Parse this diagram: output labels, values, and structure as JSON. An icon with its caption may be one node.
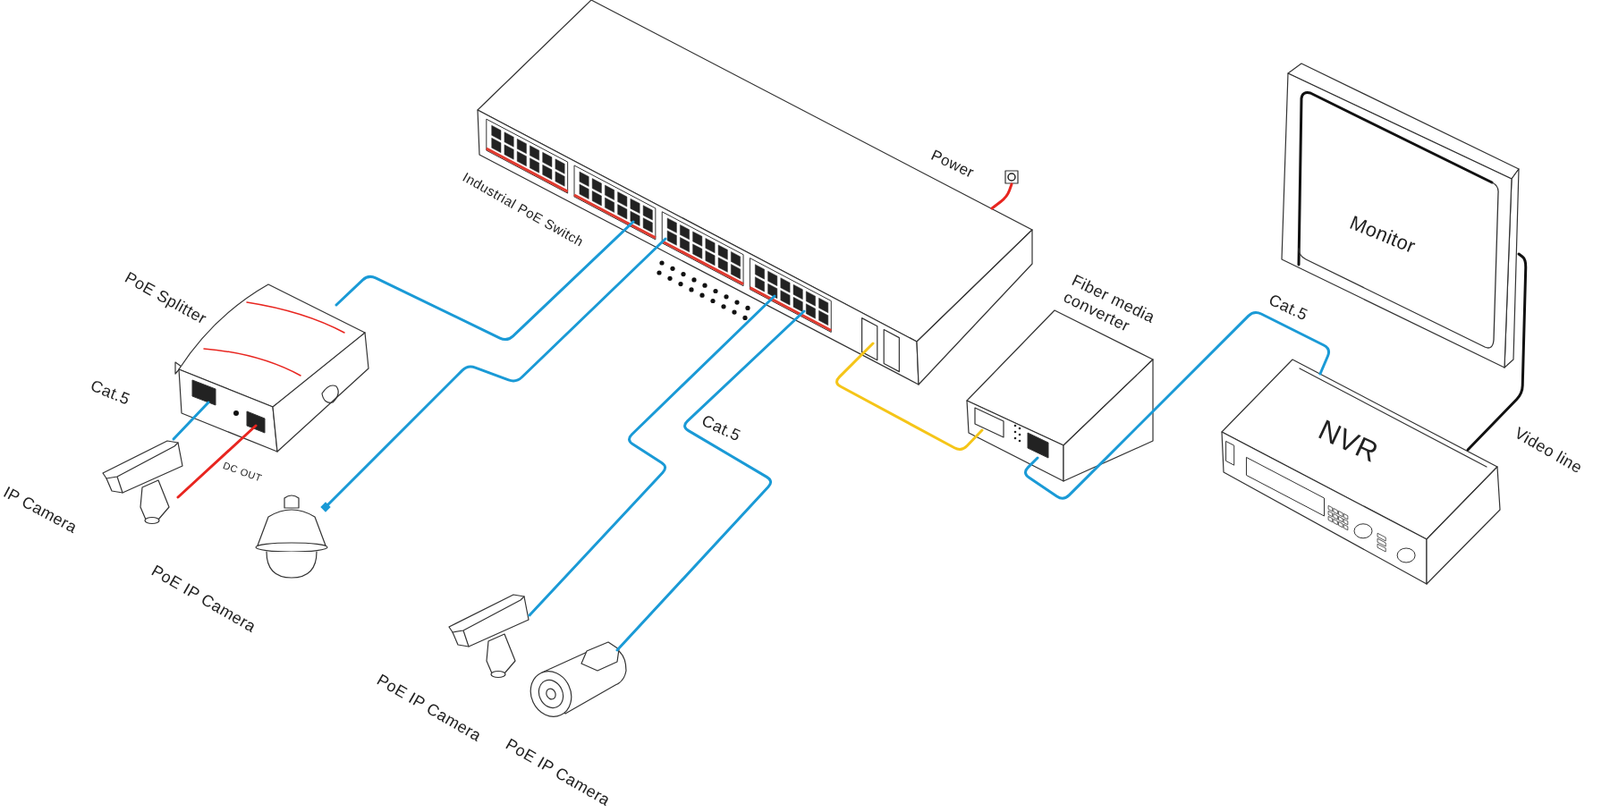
{
  "diagram": {
    "nodes": [
      {
        "text": [
          "Industrial PoE Switch"
        ]
      },
      {
        "text": [
          "Power"
        ]
      },
      {
        "text": [
          "PoE Splitter"
        ]
      },
      {
        "text": [
          "IP Camera"
        ]
      },
      {
        "text": [
          "PoE IP Camera"
        ]
      },
      {
        "text": [
          "PoE IP Camera"
        ]
      },
      {
        "text": [
          "PoE IP Camera"
        ]
      },
      {
        "text": [
          "Fiber media converter"
        ]
      },
      {
        "text": [
          "NVR"
        ]
      },
      {
        "text": [
          "Monitor"
        ]
      }
    ],
    "edges": [
      {
        "from": 0,
        "to": 2,
        "arrow": "none"
      },
      {
        "from": 0,
        "to": 4,
        "arrow": "other"
      },
      {
        "from": 2,
        "to": 3,
        "arrow": "none",
        "label": "Cat.5"
      },
      {
        "from": 2,
        "to": 3,
        "arrow": "none",
        "label": "DC OUT",
        "color": "#e8251f"
      },
      {
        "from": 0,
        "to": 5,
        "arrow": "none"
      },
      {
        "from": 0,
        "to": 6,
        "arrow": "none",
        "label": "Cat.5"
      },
      {
        "from": 0,
        "to": 7,
        "arrow": "none",
        "color": "#f5c518"
      },
      {
        "from": 7,
        "to": 8,
        "arrow": "none",
        "label": "Cat.5"
      },
      {
        "from": 8,
        "to": 9,
        "arrow": "none",
        "label": "Video line",
        "color": "#111111"
      },
      {
        "from": 1,
        "to": 0,
        "arrow": "none",
        "color": "#e8251f"
      }
    ]
  }
}
